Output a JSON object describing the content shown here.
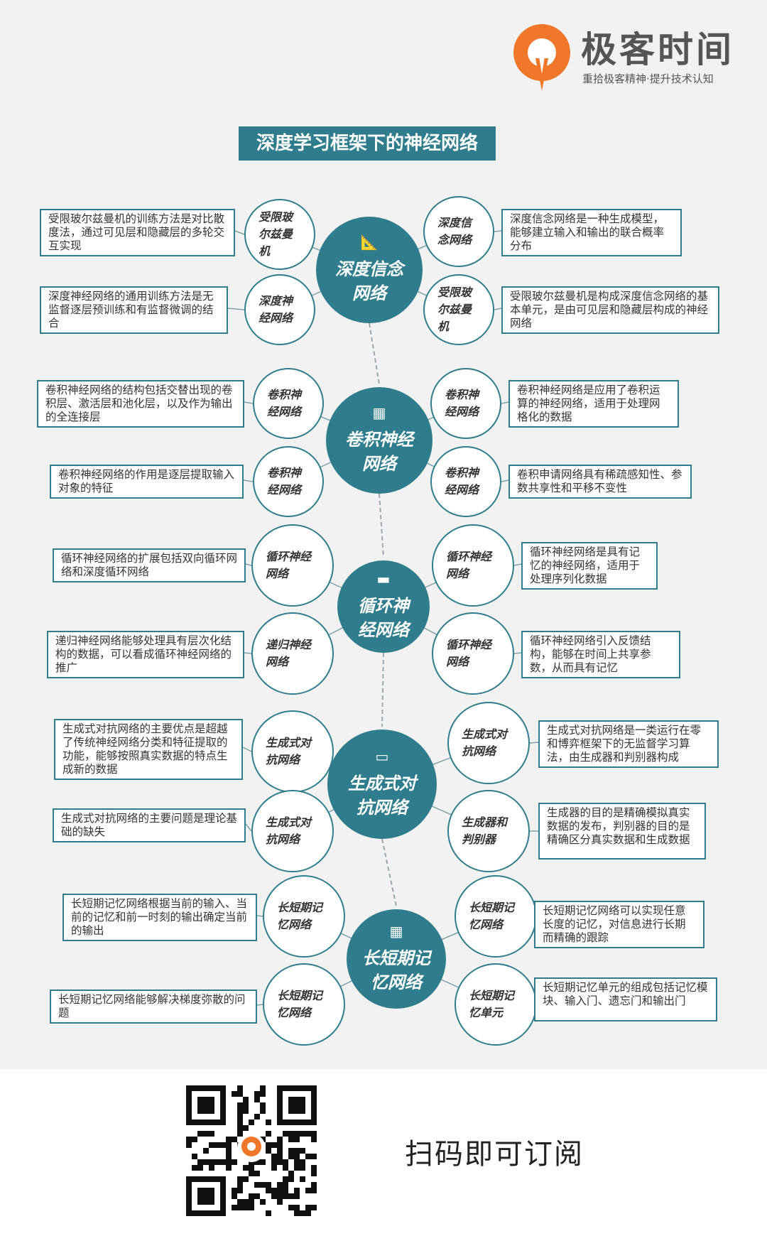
{
  "brand": {
    "name": "极客时间",
    "slogan": "重拾极客精神·提升技术认知",
    "logo_glyph": "Q",
    "colors": {
      "brand_orange": "#f0772a",
      "teal": "#2f7d8c"
    }
  },
  "title": "深度学习框架下的神经网络",
  "sections": [
    {
      "icon": "triangle-ruler-icon",
      "glyph": "📐",
      "label": "深度信念网络",
      "left": [
        {
          "node": "受限玻尔兹曼机",
          "desc": "受限玻尔兹曼机的训练方法是对比散度法，通过可见层和隐藏层的多轮交互实现"
        },
        {
          "node": "深度神经网络",
          "desc": "深度神经网络的通用训练方法是无监督逐层预训练和有监督微调的结合"
        }
      ],
      "right": [
        {
          "node": "深度信念网络",
          "desc": "深度信念网络是一种生成模型，能够建立输入和输出的联合概率分布"
        },
        {
          "node": "受限玻尔兹曼机",
          "desc": "受限玻尔兹曼机是构成深度信念网络的基本单元，是由可见层和隐藏层构成的神经网络"
        }
      ]
    },
    {
      "icon": "color-blocks-icon",
      "glyph": "▦",
      "label": "卷积神经网络",
      "left": [
        {
          "node": "卷积神经网络",
          "desc": "卷积神经网络的结构包括交替出现的卷积层、激活层和池化层，以及作为输出的全连接层"
        },
        {
          "node": "卷积神经网络",
          "desc": "卷积神经网络的作用是逐层提取输入对象的特征"
        }
      ],
      "right": [
        {
          "node": "卷积神经网络",
          "desc": "卷积神经网络是应用了卷积运算的神经网络，适用于处理网格化的数据"
        },
        {
          "node": "卷积神经网络",
          "desc": "卷积申请网络具有稀疏感知性、参数共享性和平移不变性"
        }
      ]
    },
    {
      "icon": "folder-icon",
      "glyph": "▬",
      "label": "循环神经网络",
      "left": [
        {
          "node": "循环神经网络",
          "desc": "循环神经网络的扩展包括双向循环网络和深度循环网络"
        },
        {
          "node": "递归神经网络",
          "desc": "递归神经网络能够处理具有层次化结构的数据，可以看成循环神经网络的推广"
        }
      ],
      "right": [
        {
          "node": "循环神经网络",
          "desc": "循环神经网络是具有记忆的神经网络，适用于处理序列化数据"
        },
        {
          "node": "循环神经网络",
          "desc": "循环神经网络引入反馈结构，能够在时间上共享参数，从而具有记忆"
        }
      ]
    },
    {
      "icon": "blackboard-icon",
      "glyph": "▭",
      "label": "生成式对抗网络",
      "left": [
        {
          "node": "生成式对抗网络",
          "desc": "生成式对抗网络的主要优点是超越了传统神经网络分类和特征提取的功能，能够按照真实数据的特点生成新的数据"
        },
        {
          "node": "生成式对抗网络",
          "desc": "生成式对抗网络的主要问题是理论基础的缺失"
        }
      ],
      "right": [
        {
          "node": "生成式对抗网络",
          "desc": "生成式对抗网络是一类运行在零和博弈框架下的无监督学习算法，由生成器和判别器构成"
        },
        {
          "node": "生成器和判别器",
          "desc": "生成器的目的是精确模拟真实数据的发布，判别器的目的是精确区分真实数据和生成数据"
        }
      ]
    },
    {
      "icon": "color-blocks-icon",
      "glyph": "▦",
      "label": "长短期记忆网络",
      "left": [
        {
          "node": "长短期记忆网络",
          "desc": "长短期记忆网络根据当前的输入、当前的记忆和前一时刻的输出确定当前的输出"
        },
        {
          "node": "长短期记忆网络",
          "desc": "长短期记忆网络能够解决梯度弥散的问题"
        }
      ],
      "right": [
        {
          "node": "长短期记忆网络",
          "desc": "长短期记忆网络可以实现任意长度的记忆，对信息进行长期而精确的跟踪"
        },
        {
          "node": "长短期记忆单元",
          "desc": "长短期记忆单元的组成包括记忆模块、输入门、遗忘门和输出门"
        }
      ]
    }
  ],
  "footer": {
    "subscribe_text": "扫码即可订阅"
  }
}
